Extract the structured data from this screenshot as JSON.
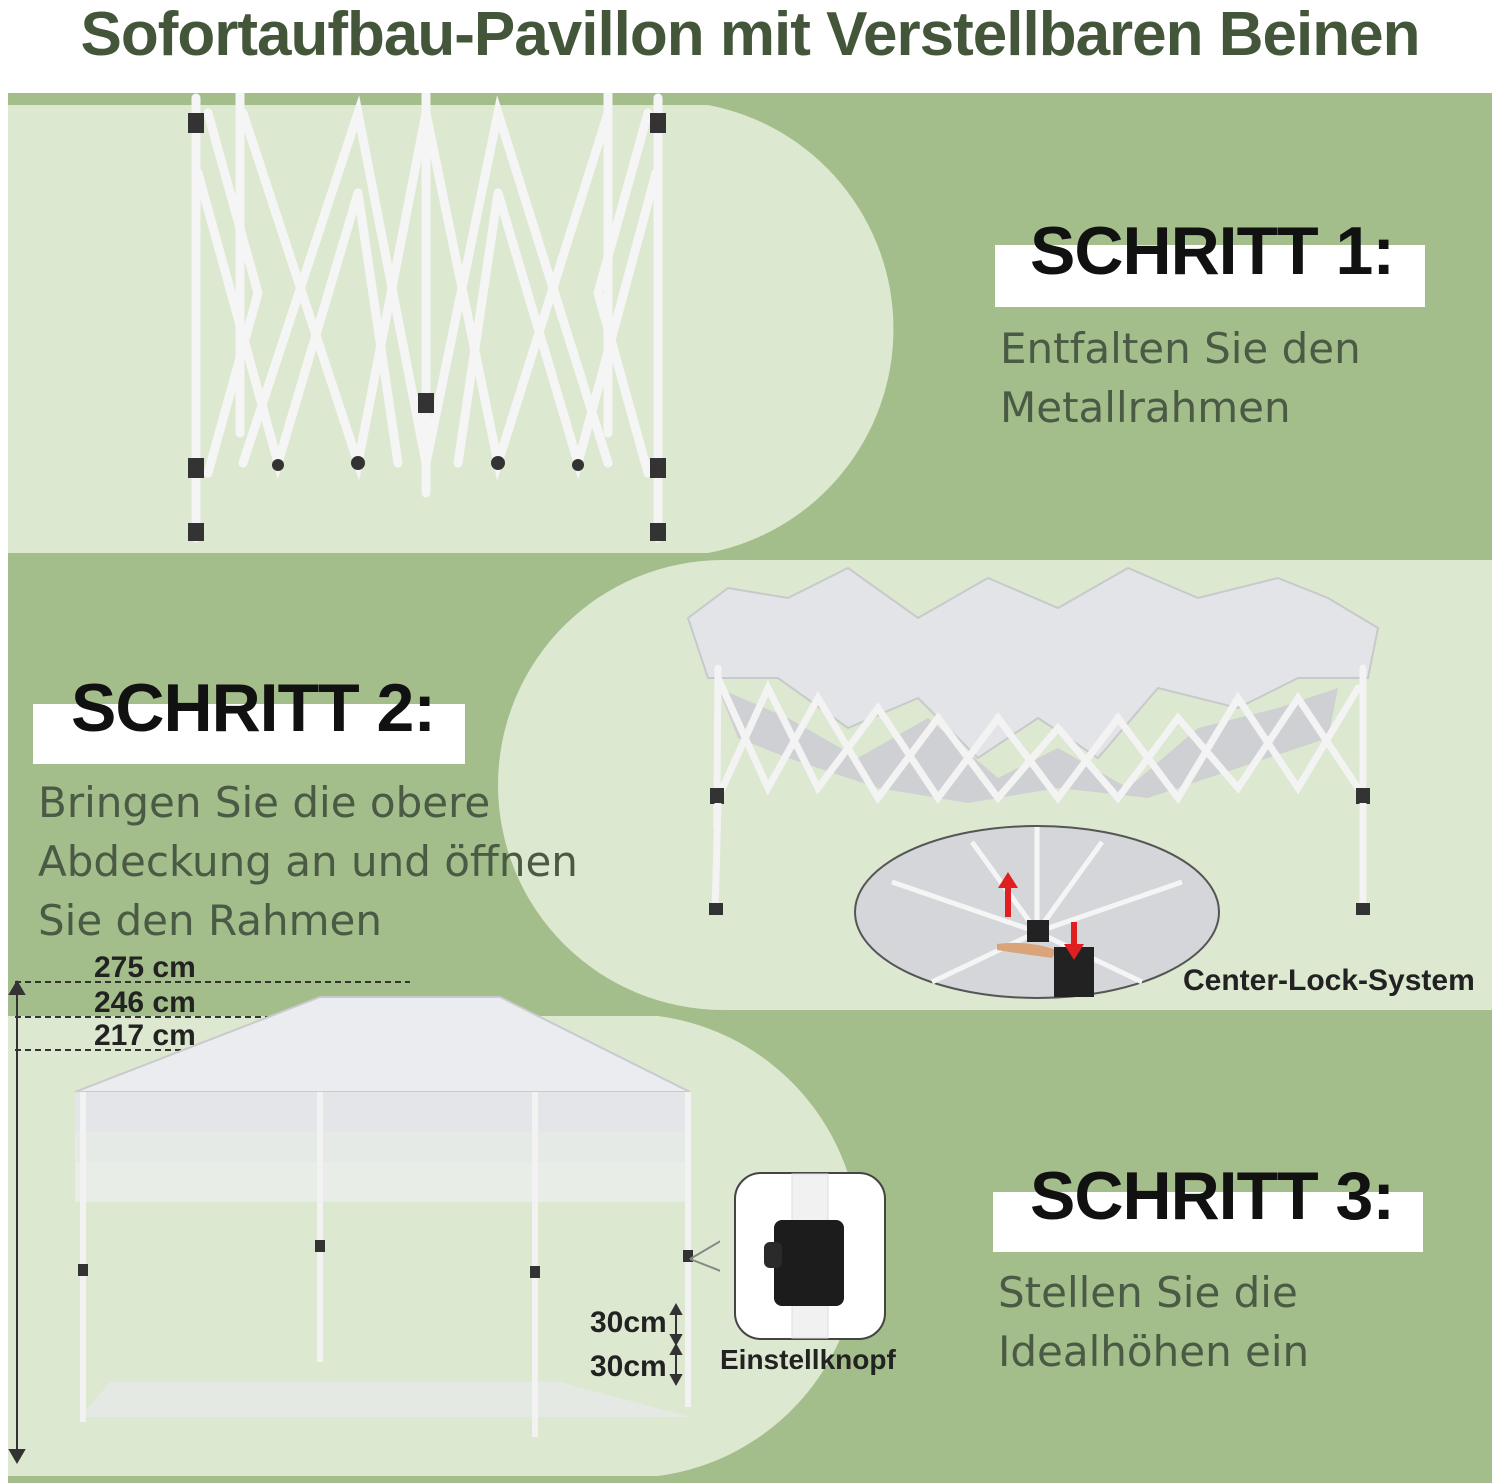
{
  "title": "Sofortaufbau-Pavillon mit Verstellbaren Beinen",
  "colors": {
    "title_green": "#44563a",
    "panel_dark": "#a3bd8b",
    "panel_light": "#dce8cf",
    "frame_white": "#f4f4f4",
    "canopy_gray": "#e2e3e6",
    "arrow_red": "#e02020"
  },
  "steps": [
    {
      "heading": "SCHRITT 1:",
      "description": [
        "Entfalten Sie den",
        "Metallrahmen"
      ]
    },
    {
      "heading": "SCHRITT 2:",
      "description": [
        "Bringen Sie die obere",
        "Abdeckung an und öffnen",
        "Sie den Rahmen"
      ]
    },
    {
      "heading": "SCHRITT 3:",
      "description": [
        "Stellen Sie die",
        "Idealhöhen ein"
      ]
    }
  ],
  "labels": {
    "center_lock": "Center-Lock-System",
    "knob": "Einstellknopf",
    "heights": [
      "275 cm",
      "246 cm",
      "217 cm"
    ],
    "increments": [
      "30cm",
      "30cm"
    ]
  },
  "icons": [
    "frame-illustration",
    "canopy-illustration",
    "center-lock-detail",
    "gazebo-illustration",
    "knob-detail",
    "up-arrow-icon",
    "down-arrow-icon"
  ]
}
